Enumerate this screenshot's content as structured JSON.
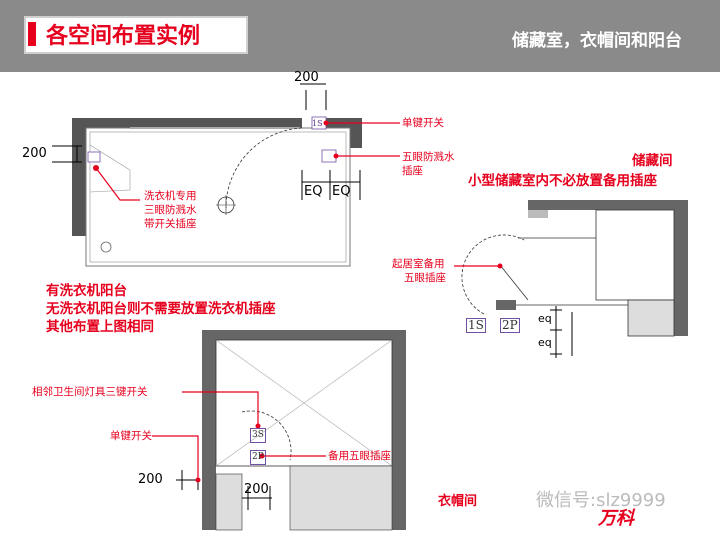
{
  "header": {
    "title": "各空间布置实例",
    "subtitle": "储藏室，衣帽间和阳台"
  },
  "balcony": {
    "dim_top": "200",
    "dim_left": "200",
    "eq1": "EQ",
    "eq2": "EQ",
    "switch_label": "单键开关",
    "socket_label": [
      "五眼防溅水",
      "插座"
    ],
    "washer_label": [
      "洗衣机专用",
      "三眼防溅水",
      "带开关插座"
    ],
    "switch_symbol": "1S",
    "note": [
      "有洗衣机阳台",
      "无洗衣机阳台则不需要放置洗衣机插座",
      "其他布置上图相同"
    ]
  },
  "storage": {
    "title": "储藏间",
    "note": "小型储藏室内不必放置备用插座",
    "socket_label": [
      "起居室备用",
      "五眼插座"
    ],
    "switch_symbol": "1S",
    "socket_symbol": "2P",
    "eq1": "eq",
    "eq2": "eq"
  },
  "cloakroom": {
    "title": "衣帽间",
    "switch3_label": "相邻卫生间灯具三键开关",
    "switch1_label": "单键开关",
    "socket_label": "备用五眼插座",
    "switch3_symbol": "3S",
    "socket_symbol": "2P",
    "dim_left": "200",
    "dim_bottom": "200"
  },
  "watermark": "微信号:slz9999",
  "logo": "万科"
}
